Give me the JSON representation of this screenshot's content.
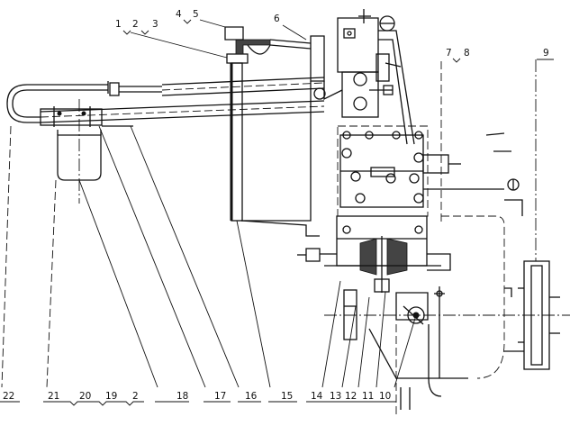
{
  "figure": {
    "labels": {
      "l1": "1",
      "l2": "2",
      "l3": "3",
      "l4": "4",
      "l5": "5",
      "l6": "6",
      "l7": "7",
      "l8": "8",
      "l9": "9",
      "l10": "10",
      "l11": "11",
      "l12": "12",
      "l13": "13",
      "l14": "14",
      "l15": "15",
      "l16": "16",
      "l17": "17",
      "l18": "18",
      "l19": "19",
      "l20": "20",
      "l21": "21",
      "l22": "22",
      "l2b": "2"
    }
  }
}
